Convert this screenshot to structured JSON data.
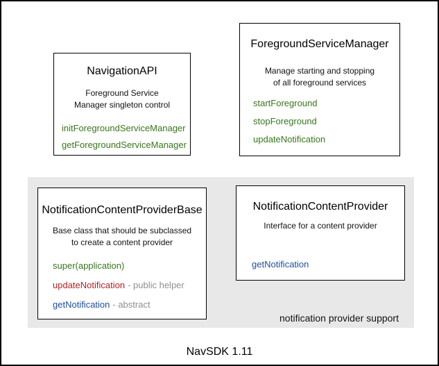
{
  "colors": {
    "method_green": "#38761d",
    "method_red": "#b22222",
    "method_blue": "#1f4e9c",
    "note_gray": "#8e8e8e",
    "panel_background": "#e8e8e8",
    "box_border": "#000000",
    "frame_border": "#000000"
  },
  "boxes": {
    "navigation_api": {
      "title": "NavigationAPI",
      "description_line1": "Foreground Service",
      "description_line2": "Manager singleton control",
      "methods": [
        {
          "label": "initForegroundServiceManager",
          "note": ""
        },
        {
          "label": "getForegroundServiceManager",
          "note": ""
        }
      ]
    },
    "foreground_service_manager": {
      "title": "ForegroundServiceManager",
      "description_line1": "Manage starting and stopping",
      "description_line2": "of all foreground services",
      "methods": [
        {
          "label": "startForeground",
          "note": ""
        },
        {
          "label": "stopForeground",
          "note": ""
        },
        {
          "label": "updateNotification",
          "note": ""
        }
      ]
    },
    "notification_content_provider_base": {
      "title": "NotificationContentProviderBase",
      "description_line1": "Base class that should be subclassed",
      "description_line2": "to create a content provider",
      "methods": [
        {
          "label": "super(application)",
          "note": ""
        },
        {
          "label": "updateNotification",
          "note": "- public helper"
        },
        {
          "label": "getNotification",
          "note": "- abstract"
        }
      ]
    },
    "notification_content_provider": {
      "title": "NotificationContentProvider",
      "description_line1": "Interface for a content provider",
      "description_line2": "",
      "methods": [
        {
          "label": "getNotification",
          "note": ""
        }
      ]
    }
  },
  "panel": {
    "label": "notification provider support"
  },
  "footer": {
    "label": "NavSDK 1.11"
  }
}
